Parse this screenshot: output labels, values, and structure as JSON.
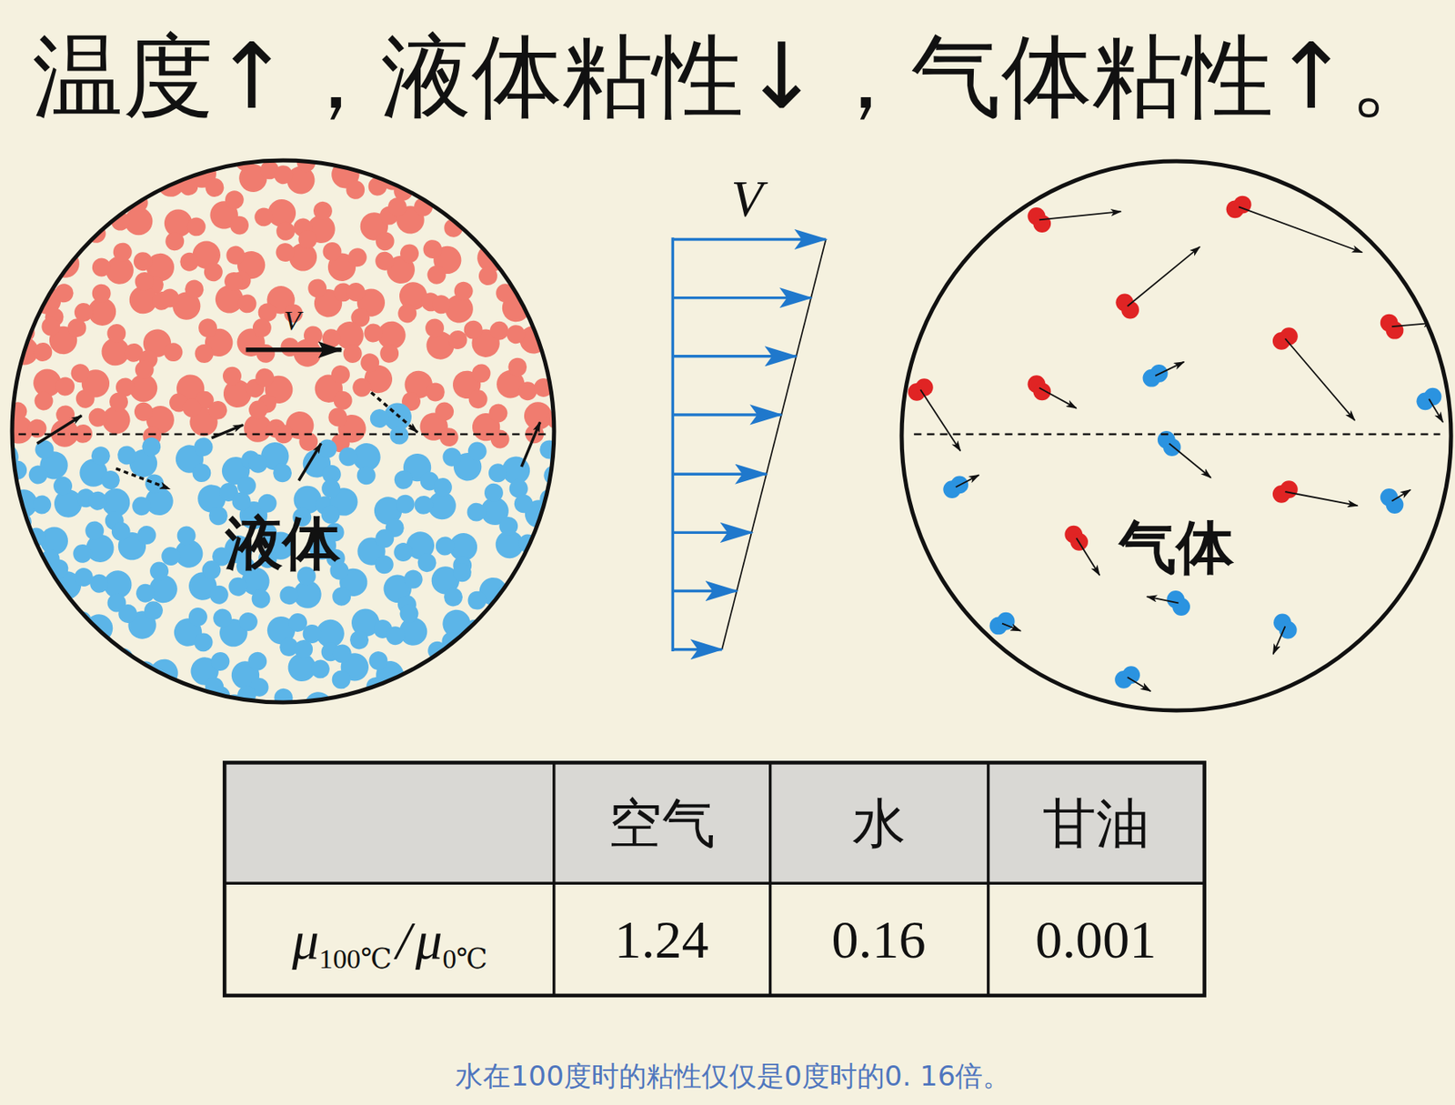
{
  "diagram": {
    "title": "温度↑，液体粘性↓，气体粘性↑。",
    "caption": "水在100度时的粘性仅仅是0度时的0. 16倍。",
    "nodes": [
      {
        "text": [
          "液体"
        ]
      },
      {
        "text": [
          "气体"
        ]
      }
    ],
    "labels": [
      "V",
      "V",
      "空气",
      "水",
      "甘油",
      "μ",
      "100℃",
      "/",
      "μ",
      "0℃",
      "1.24",
      "0.16",
      "0.001"
    ]
  }
}
